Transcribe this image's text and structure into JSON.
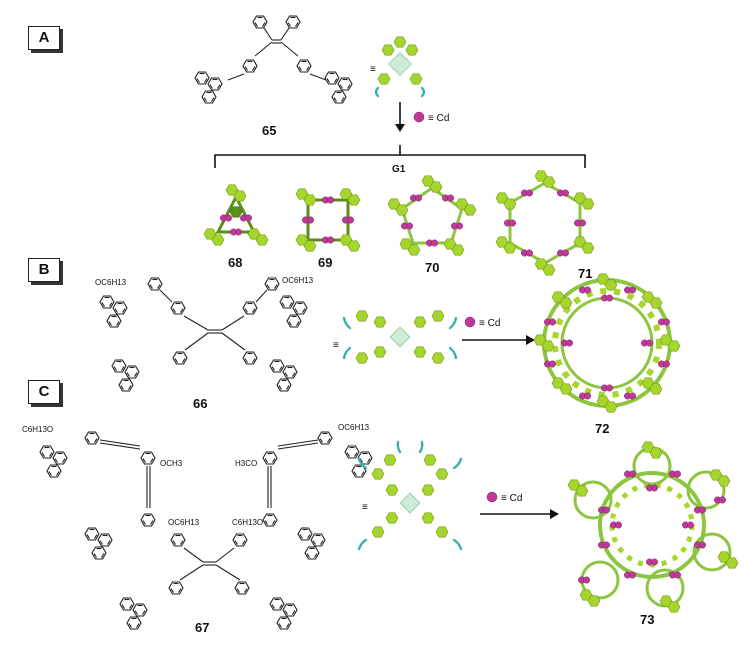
{
  "panels": {
    "a": "A",
    "b": "B",
    "c": "C"
  },
  "compounds": {
    "ligand_a": "65",
    "ligand_b": "66",
    "ligand_c": "67",
    "ring_3": "68",
    "ring_4": "69",
    "ring_5": "70",
    "ring_6": "71",
    "product_b": "72",
    "product_c": "73"
  },
  "group_label": "G1",
  "equiv_sign": "≡",
  "cd_legend": "≡ Cd",
  "substituents": {
    "hexyloxy_b_left": "OC6H13",
    "hexyloxy_b_right": "OC6H13",
    "hexyloxy_c_topleft": "C6H13O",
    "hexyloxy_c_topright": "OC6H13",
    "methoxy_c_left": "OCH3",
    "methoxy_c_right": "H3CO",
    "hexyloxy_c_midleft": "OC6H13",
    "hexyloxy_c_midright": "C6H13O"
  },
  "colors": {
    "ligand_green": "#a6d52e",
    "dark_green": "#5a8f1a",
    "terpyridine_teal": "#3bb3a2",
    "cadmium": "#c0389a"
  }
}
